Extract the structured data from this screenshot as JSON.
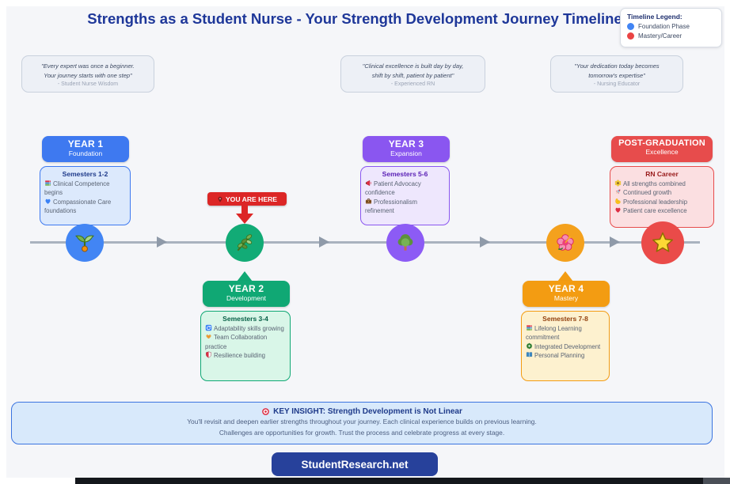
{
  "title": "Strengths as a Student Nurse - Your Strength Development Journey Timeline",
  "legend": {
    "title": "Timeline Legend:",
    "items": [
      {
        "label": "Foundation Phase",
        "color": "#4285f4"
      },
      {
        "label": "Mastery/Career",
        "color": "#ea4444"
      }
    ]
  },
  "quotes": [
    {
      "line1": "\"Every expert was once a beginner.",
      "line2": "Your journey starts with one step\"",
      "attribution": "- Student Nurse Wisdom"
    },
    {
      "line1": "\"Clinical excellence is built day by day,",
      "line2": "shift by shift, patient by patient\"",
      "attribution": "- Experienced RN"
    },
    {
      "line1": "\"Your dedication today becomes",
      "line2": "tomorrow's expertise\"",
      "attribution": "- Nursing Educator"
    }
  ],
  "you_are_here": {
    "label": "YOU ARE HERE",
    "icon": "pin-icon"
  },
  "stages": [
    {
      "year": "YEAR 1",
      "phase": "Foundation",
      "color": "#3e79f0",
      "node_icon": "seedling-icon",
      "details_title": "Semesters 1-2",
      "items": [
        {
          "icon": "books-icon",
          "text": "Clinical Competence begins"
        },
        {
          "icon": "blue-heart-icon",
          "text": "Compassionate Care foundations"
        }
      ]
    },
    {
      "year": "YEAR 2",
      "phase": "Development",
      "color": "#10a874",
      "node_icon": "herb-icon",
      "details_title": "Semesters 3-4",
      "items": [
        {
          "icon": "cycle-icon",
          "text": "Adaptability skills growing"
        },
        {
          "icon": "handshake-icon",
          "text": "Team Collaboration practice"
        },
        {
          "icon": "shield-icon",
          "text": "Resilience building"
        }
      ]
    },
    {
      "year": "YEAR 3",
      "phase": "Expansion",
      "color": "#8a56f0",
      "node_icon": "tree-icon",
      "details_title": "Semesters 5-6",
      "items": [
        {
          "icon": "megaphone-icon",
          "text": "Patient Advocacy confidence"
        },
        {
          "icon": "briefcase-icon",
          "text": "Professionalism refinement"
        }
      ]
    },
    {
      "year": "YEAR 4",
      "phase": "Mastery",
      "color": "#f39c12",
      "node_icon": "hibiscus-icon",
      "details_title": "Semesters 7-8",
      "items": [
        {
          "icon": "books-icon",
          "text": "Lifelong Learning commitment"
        },
        {
          "icon": "gear-icon",
          "text": "Integrated Development"
        },
        {
          "icon": "open-book-icon",
          "text": "Personal Planning"
        }
      ]
    },
    {
      "year": "POST-GRADUATION",
      "phase": "Excellence",
      "color": "#e74c4c",
      "node_icon": "star-icon",
      "details_title": "RN Career",
      "items": [
        {
          "icon": "blossom-icon",
          "text": "All strengths combined"
        },
        {
          "icon": "rocket-icon",
          "text": "Continued growth"
        },
        {
          "icon": "muscle-icon",
          "text": "Professional leadership"
        },
        {
          "icon": "red-heart-icon",
          "text": "Patient care excellence"
        }
      ]
    }
  ],
  "key_insight": {
    "icon": "target-icon",
    "title": "KEY INSIGHT: Strength Development is Not Linear",
    "line1": "You'll revisit and deepen earlier strengths throughout your journey. Each clinical experience builds on previous learning.",
    "line2": "Challenges are opportunities for growth. Trust the process and celebrate progress at every stage."
  },
  "footer": {
    "button_label": "StudentResearch.net"
  }
}
